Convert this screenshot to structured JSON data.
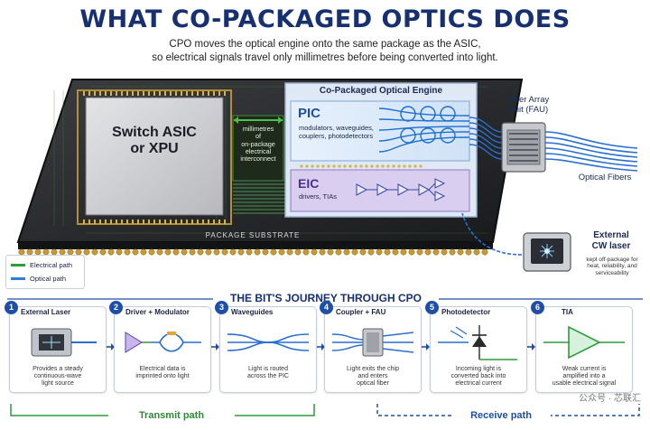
{
  "title": "WHAT CO-PACKAGED OPTICS DOES",
  "subtitle_lines": [
    "CPO moves the optical engine onto the same package as the ASIC,",
    "so electrical signals travel only millimetres before being converted into light."
  ],
  "package": {
    "asic_lines": [
      "Switch ASIC",
      "or XPU"
    ],
    "interconnect_lines": [
      "millimetres",
      "of",
      "on-package",
      "electrical",
      "interconnect"
    ],
    "engine_title": "Co-Packaged Optical Engine",
    "pic_title": "PIC",
    "pic_desc_lines": [
      "modulators, waveguides,",
      "couplers, photodetectors"
    ],
    "eic_title": "EIC",
    "eic_desc": "drivers, TIAs",
    "substrate_label": "PACKAGE SUBSTRATE"
  },
  "fau_lines": [
    "Fiber Array",
    "Unit (FAU)"
  ],
  "optical_fibers_label": "Optical Fibers",
  "laser": {
    "title_lines": [
      "External",
      "CW laser"
    ],
    "note_lines": [
      "kept off-package for",
      "heat, reliability, and",
      "serviceability"
    ]
  },
  "legend": [
    {
      "label": "Electrical path",
      "color": "#2e9a3a"
    },
    {
      "label": "Optical path",
      "color": "#2f7fd8"
    }
  ],
  "journey_title": "THE BIT'S JOURNEY THROUGH CPO",
  "stages": [
    {
      "num": "1",
      "title": "External Laser",
      "desc_lines": [
        "Provides a steady",
        "continuous-wave",
        "light source"
      ]
    },
    {
      "num": "2",
      "title": "Driver + Modulator",
      "desc_lines": [
        "Electrical data is",
        "imprinted onto light"
      ]
    },
    {
      "num": "3",
      "title": "Waveguides",
      "desc_lines": [
        "Light is routed",
        "across the PIC"
      ]
    },
    {
      "num": "4",
      "title": "Coupler + FAU",
      "desc_lines": [
        "Light exits the chip",
        "and enters",
        "optical fiber"
      ]
    },
    {
      "num": "5",
      "title": "Photodetector",
      "desc_lines": [
        "Incoming light is",
        "converted back into",
        "electrical current"
      ]
    },
    {
      "num": "6",
      "title": "TIA",
      "desc_lines": [
        "Weak current is",
        "amplified into a",
        "usable electrical signal"
      ]
    }
  ],
  "transmit_label": "Transmit path",
  "receive_label": "Receive path",
  "watermark": "公众号 · 芯联汇"
}
